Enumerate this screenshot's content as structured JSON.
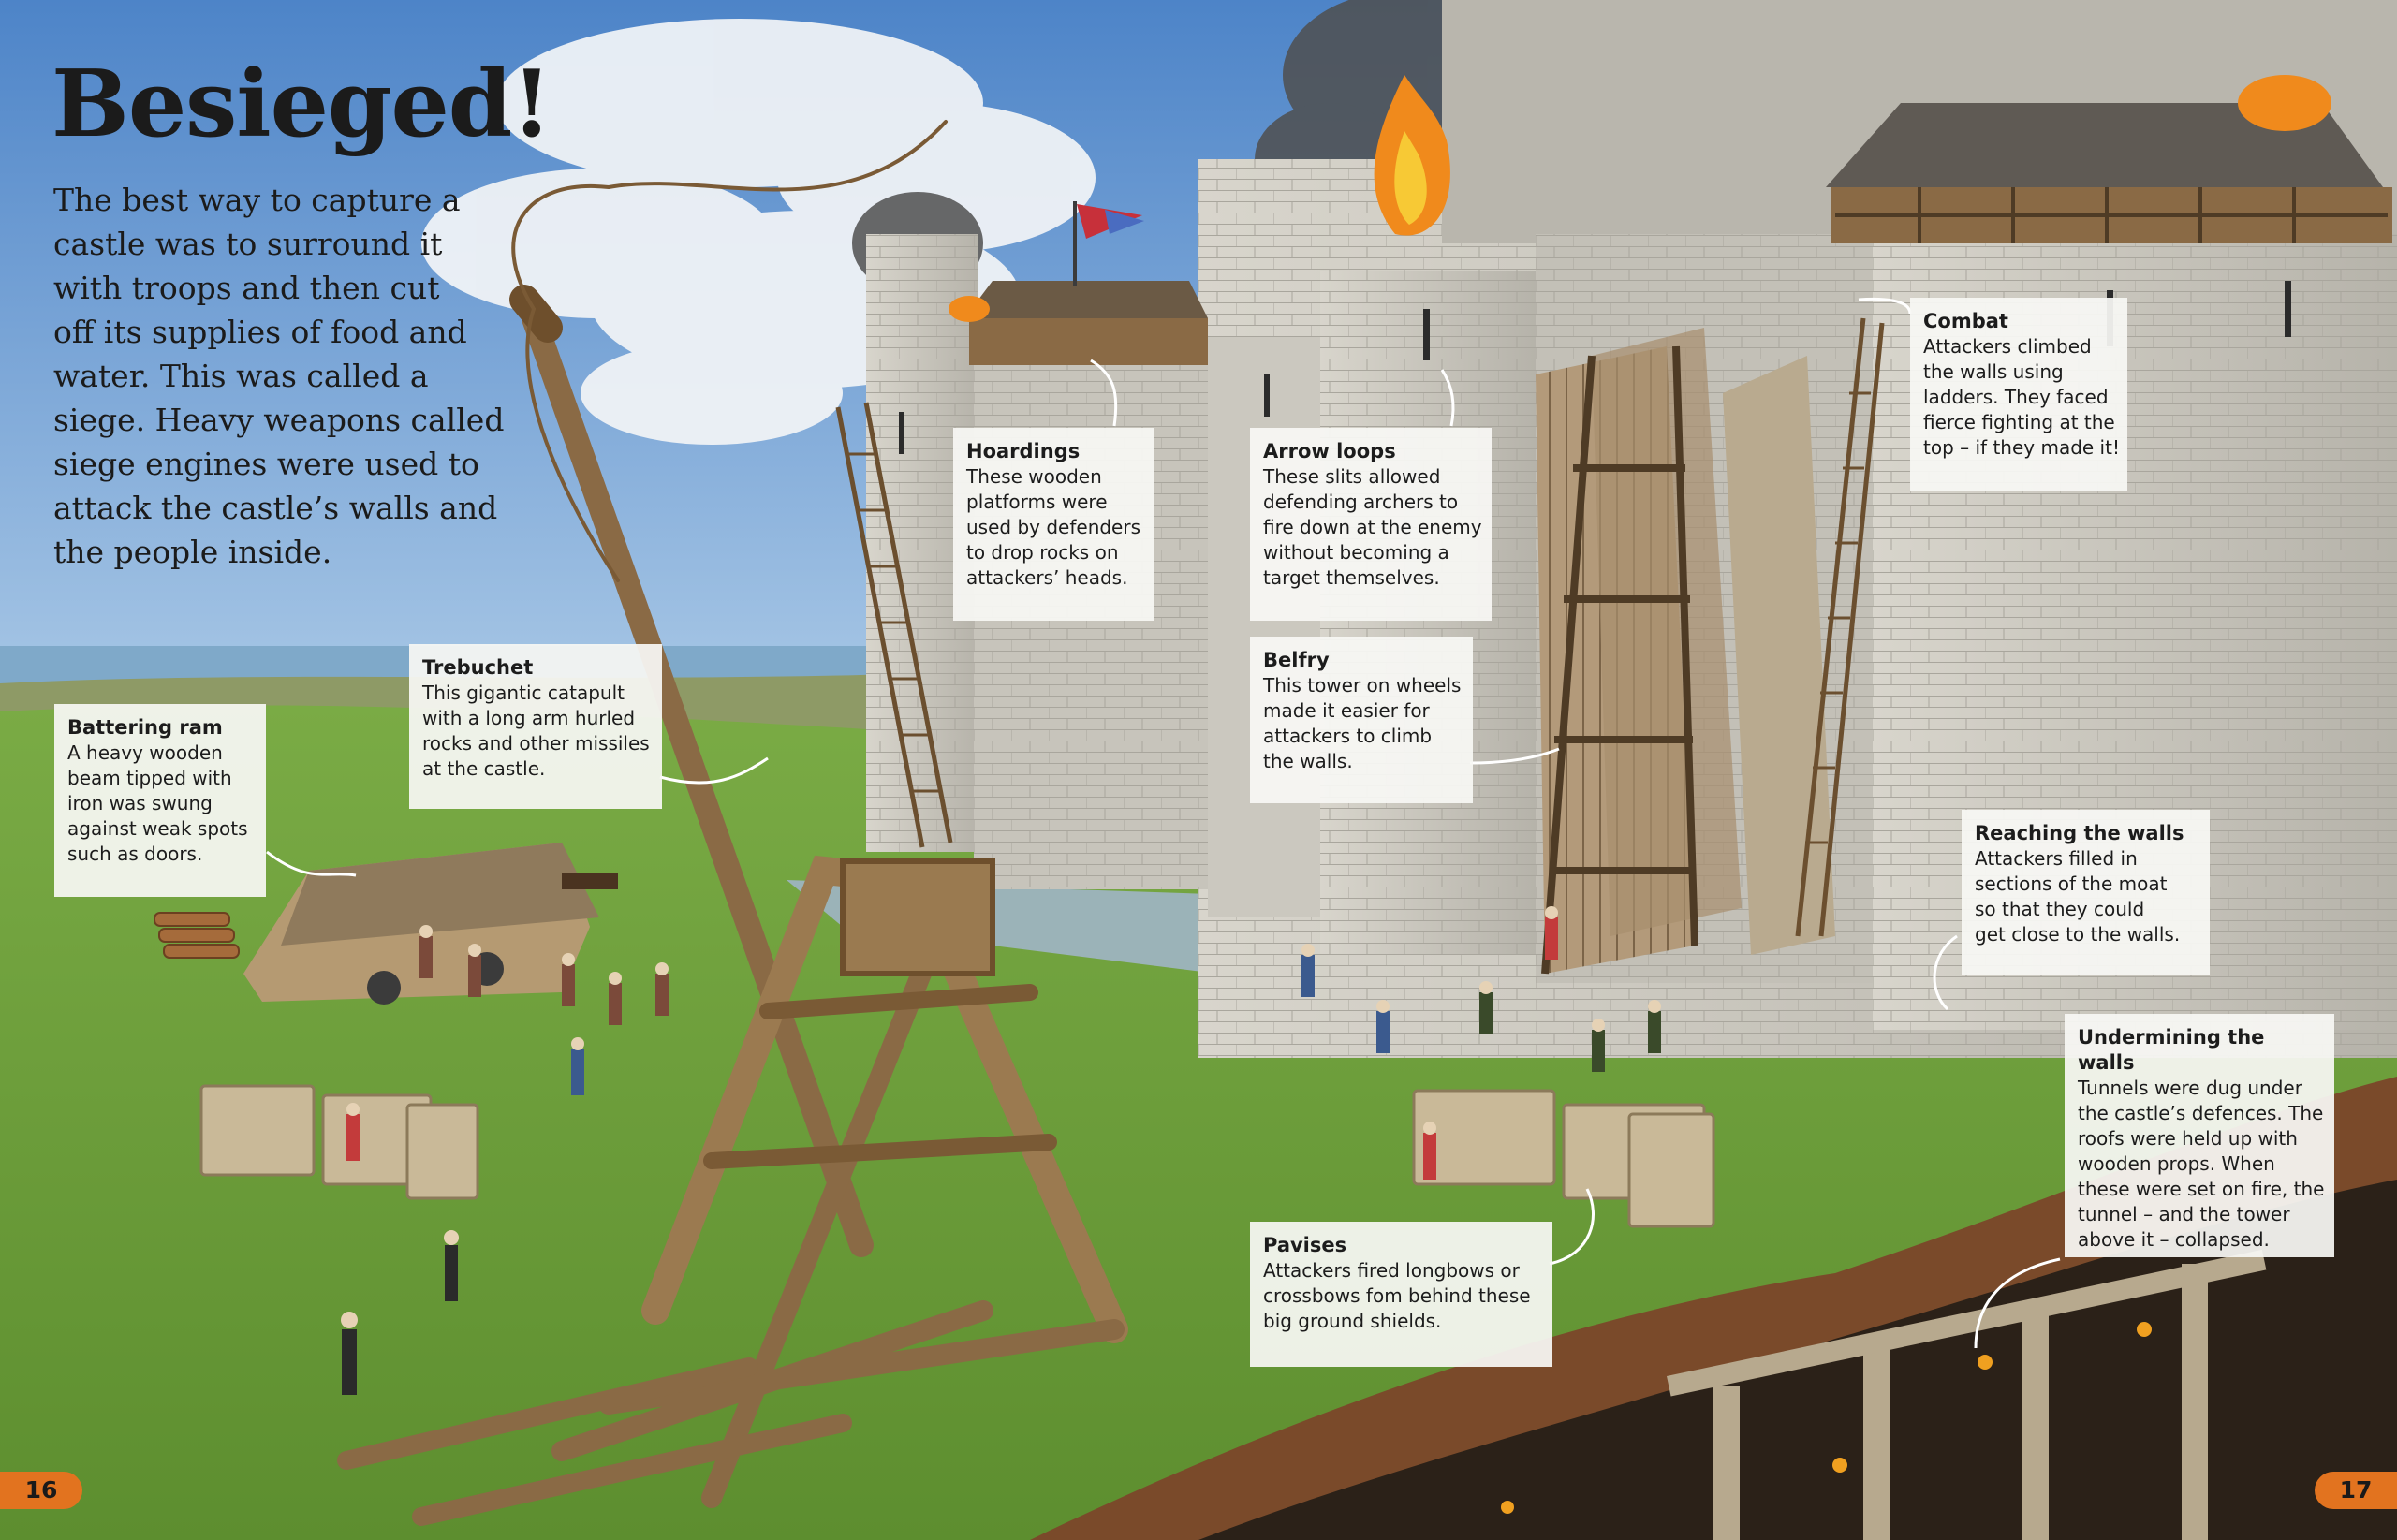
{
  "title": "Besieged!",
  "intro_lines": [
    "The best way to capture a",
    "castle was to surround it",
    "with troops and then cut",
    "off its supplies of food and",
    "water. This was called a",
    "siege. Heavy weapons called",
    "siege engines were used to",
    "attack the castle’s walls and",
    "the people inside."
  ],
  "callouts": {
    "battering_ram": {
      "heading": "Battering ram",
      "lines": [
        "A heavy wooden",
        "beam tipped with",
        "iron was swung",
        "against weak spots",
        "such as doors."
      ]
    },
    "trebuchet": {
      "heading": "Trebuchet",
      "lines": [
        "This gigantic catapult",
        "with a long arm hurled",
        "rocks and other missiles",
        "at the castle."
      ]
    },
    "hoardings": {
      "heading": "Hoardings",
      "lines": [
        "These wooden",
        "platforms were",
        "used by defenders",
        "to drop rocks on",
        "attackers’ heads."
      ]
    },
    "arrow_loops": {
      "heading": "Arrow loops",
      "lines": [
        "These slits allowed",
        "defending archers to",
        "fire down at the enemy",
        "without becoming a",
        "target themselves."
      ]
    },
    "belfry": {
      "heading": "Belfry",
      "lines": [
        "This tower on wheels",
        "made it easier for",
        "attackers to climb",
        "the walls."
      ]
    },
    "combat": {
      "heading": "Combat",
      "lines": [
        "Attackers climbed",
        "the walls using",
        "ladders. They faced",
        "fierce fighting at the",
        "top – if they made it!"
      ]
    },
    "reaching_walls": {
      "heading": "Reaching the walls",
      "lines": [
        "Attackers filled in",
        "sections of the moat",
        "so that they could",
        "get close to the walls."
      ]
    },
    "undermining": {
      "heading": "Undermining the walls",
      "lines": [
        "Tunnels were dug under",
        "the castle’s defences. The",
        "roofs were held up with",
        "wooden props. When",
        "these were set on fire, the",
        "tunnel – and the tower",
        "above it – collapsed."
      ]
    },
    "pavises": {
      "heading": "Pavises",
      "lines": [
        "Attackers fired longbows or",
        "crossbows fom behind these",
        "big ground shields."
      ]
    }
  },
  "page_numbers": {
    "left": "16",
    "right": "17"
  },
  "colors": {
    "sky": "#6fa0d8",
    "grass": "#6c9e3a",
    "stone": "#c9c6bc",
    "wood": "#8a6a45",
    "accent": "#e2731f"
  }
}
